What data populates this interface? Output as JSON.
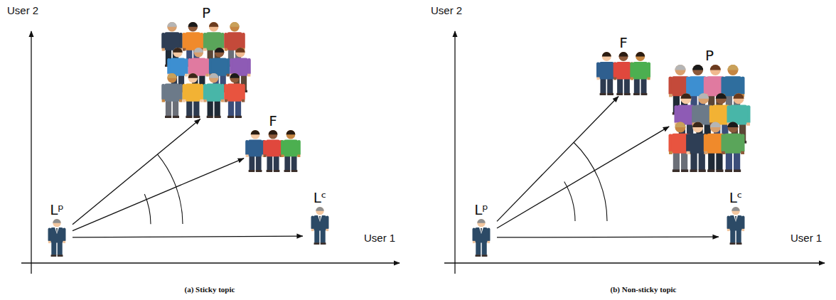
{
  "diagram": {
    "caption": "(a) Sticky topic",
    "nodes": [
      {
        "text": [
          "P"
        ]
      },
      {
        "text": [
          "F"
        ]
      },
      {
        "text": [
          "Lᵖ"
        ]
      },
      {
        "text": [
          "Lᶜ"
        ]
      },
      {
        "text": [
          "F"
        ]
      },
      {
        "text": [
          "P"
        ]
      },
      {
        "text": [
          "Lᵖ"
        ]
      },
      {
        "text": [
          "Lᶜ"
        ]
      }
    ],
    "edges": [
      {
        "from": 2,
        "to": 0,
        "arrow": "to"
      },
      {
        "from": 2,
        "to": 1,
        "arrow": "to"
      },
      {
        "from": 2,
        "to": 3,
        "arrow": "to"
      },
      {
        "from": 6,
        "to": 4,
        "arrow": "to"
      },
      {
        "from": 6,
        "to": 5,
        "arrow": "to"
      },
      {
        "from": 6,
        "to": 7,
        "arrow": "to"
      }
    ],
    "labels": [
      "User 2",
      "User 1",
      "User 2",
      "User 1",
      "(b) Non-sticky topic"
    ]
  }
}
